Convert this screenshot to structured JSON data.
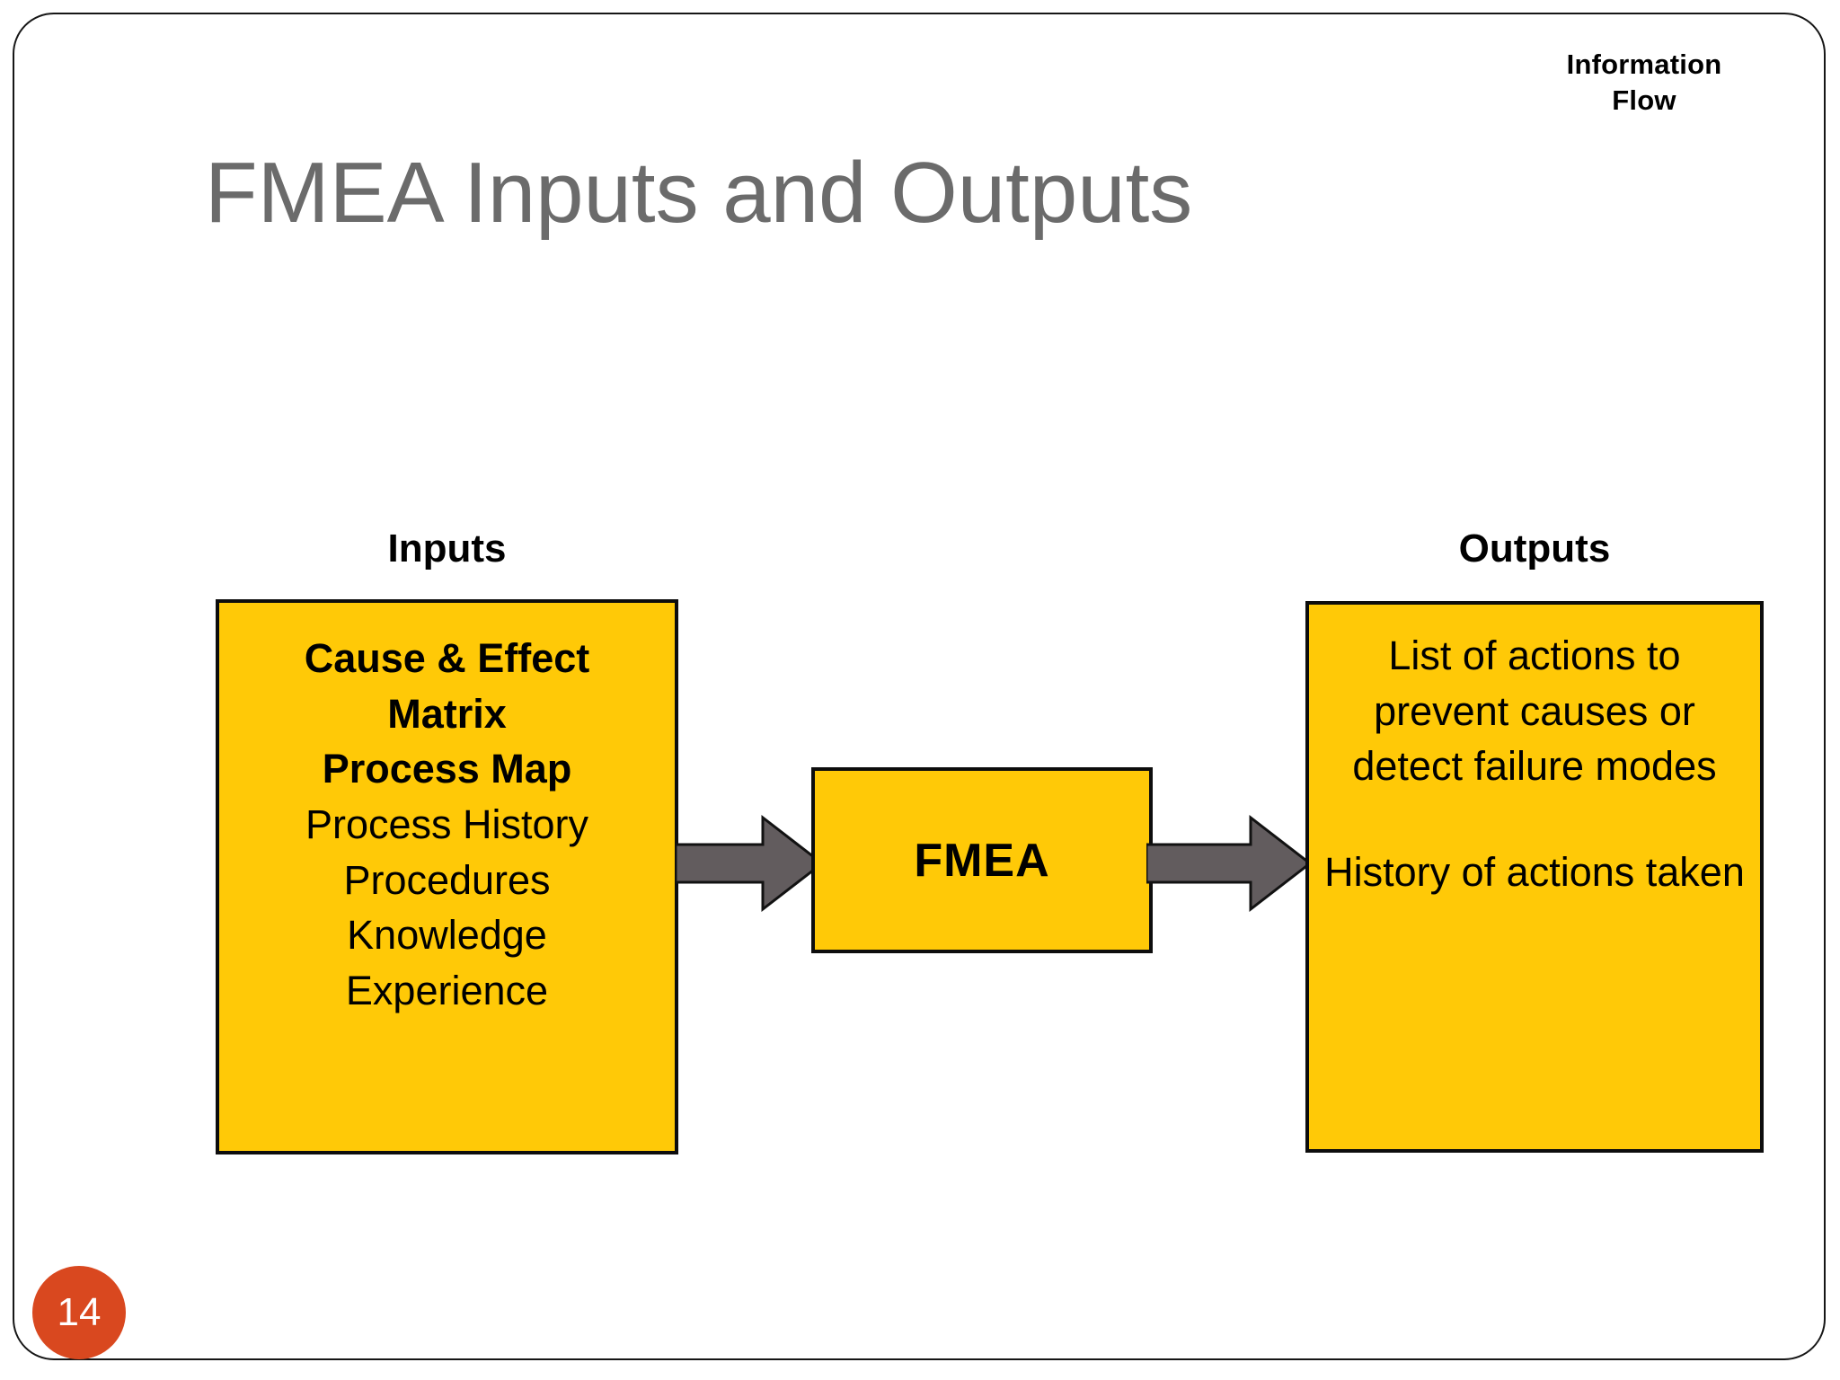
{
  "slide": {
    "title": "FMEA Inputs and Outputs",
    "page_number": "14",
    "corner_note": {
      "line1": "Information",
      "line2": "Flow"
    },
    "accent_color": "#D9481F",
    "box_fill_color": "#FFC907",
    "arrow_color": "#625C5E",
    "title_color": "#6B6B6B"
  },
  "diagram": {
    "inputs": {
      "caption": "Inputs",
      "items": [
        {
          "text": "Cause & Effect\nMatrix",
          "emphasis": "bold"
        },
        {
          "text": "Process Map",
          "emphasis": "bold"
        },
        {
          "text": "Process History",
          "emphasis": "normal"
        },
        {
          "text": "Procedures",
          "emphasis": "normal"
        },
        {
          "text": "Knowledge",
          "emphasis": "normal"
        },
        {
          "text": "Experience",
          "emphasis": "normal"
        }
      ]
    },
    "process": {
      "label": "FMEA"
    },
    "outputs": {
      "caption": "Outputs",
      "paragraphs": [
        "List of actions to prevent causes or detect failure modes",
        "History of actions taken"
      ]
    },
    "arrows": [
      {
        "name": "arrow-inputs-to-fmea",
        "direction": "right"
      },
      {
        "name": "arrow-fmea-to-outputs",
        "direction": "right"
      }
    ]
  }
}
